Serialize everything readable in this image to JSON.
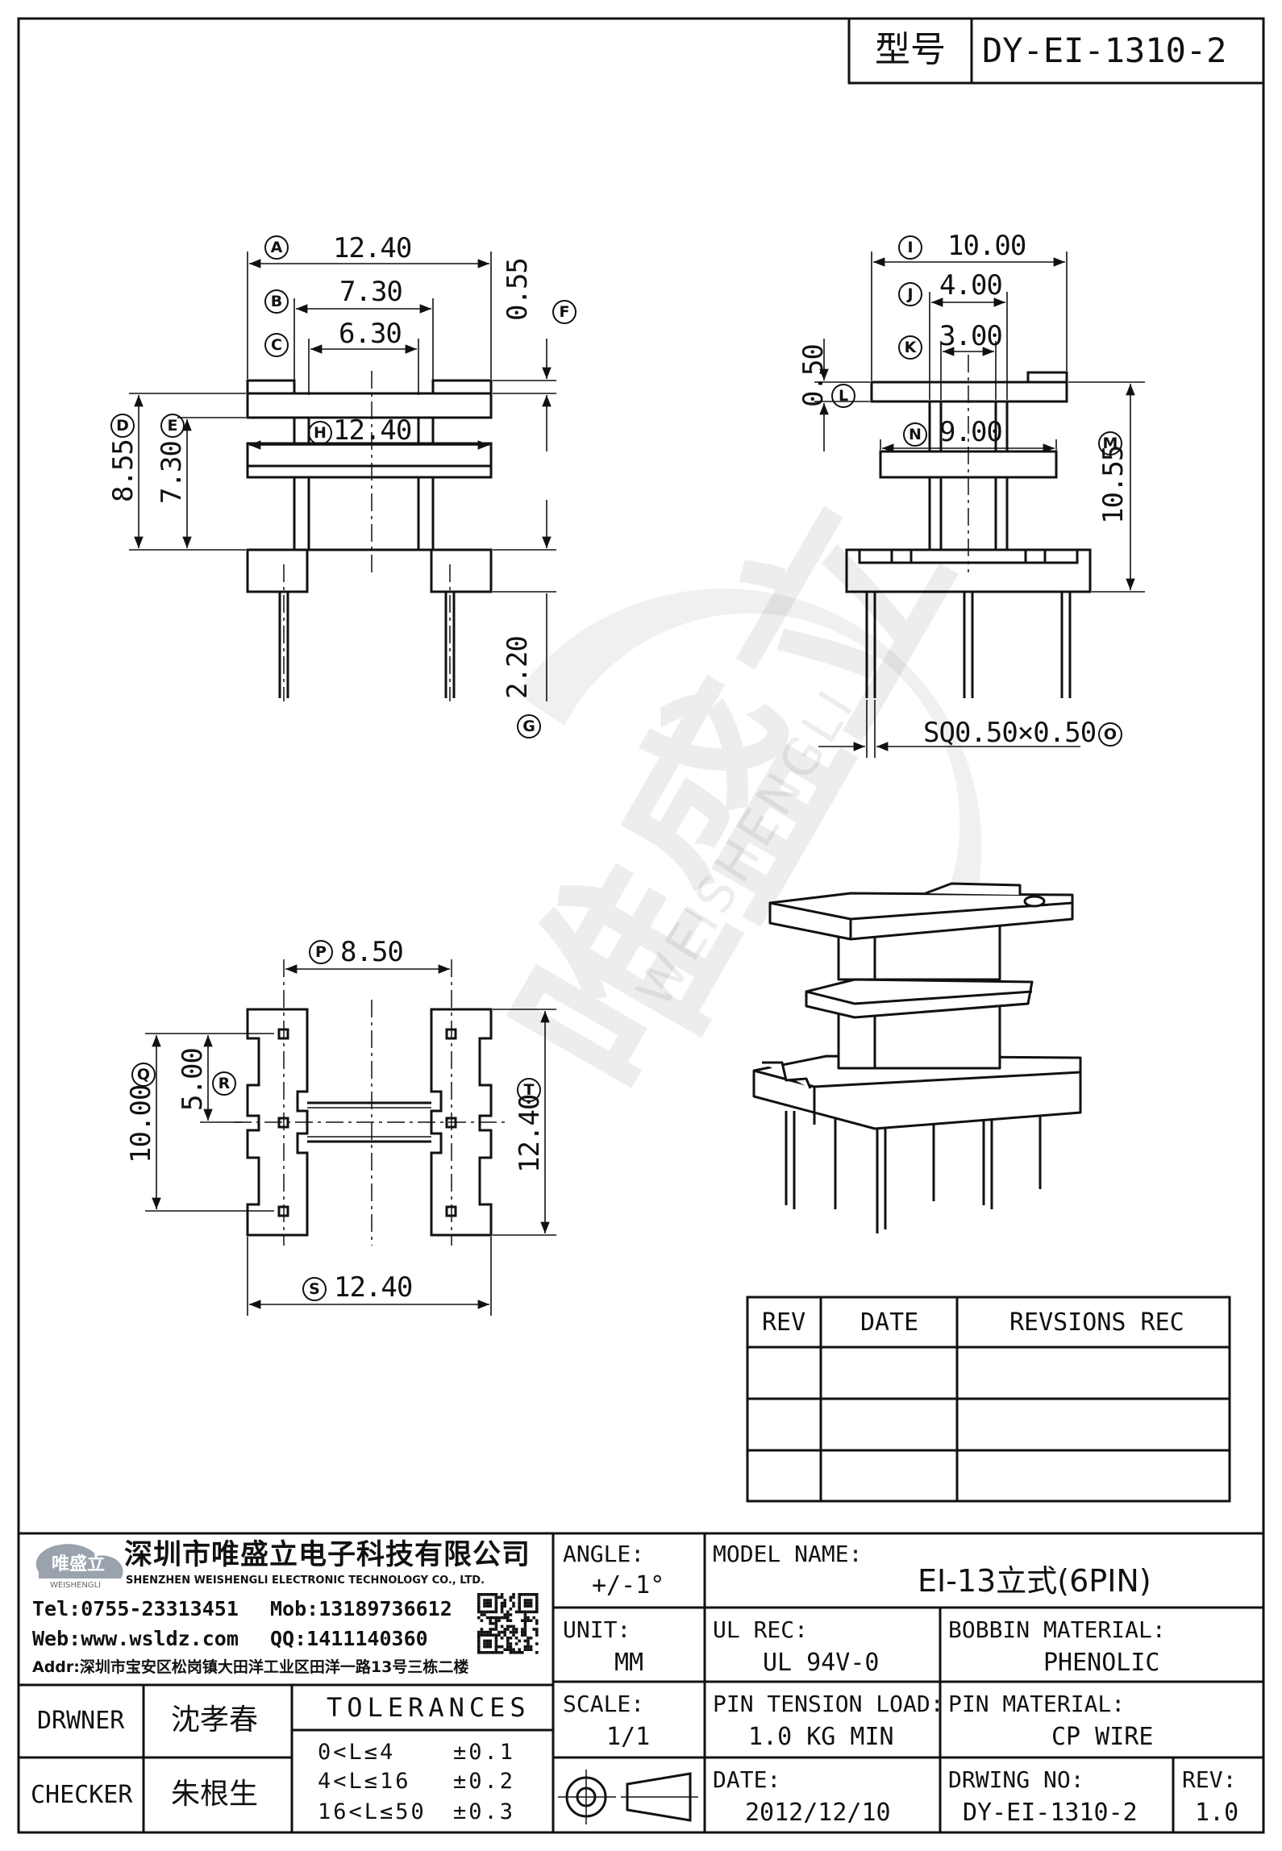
{
  "title_block": {
    "model_label": "型号",
    "model_number": "DY-EI-1310-2"
  },
  "dims": {
    "A": "12.40",
    "B": "7.30",
    "C": "6.30",
    "D": "8.55",
    "E": "7.30",
    "F": "0.55",
    "G": "2.20",
    "H": "12.40",
    "I": "10.00",
    "J": "4.00",
    "K": "3.00",
    "L": "0.50",
    "M": "10.55",
    "N": "9.00",
    "O": "SQ0.50×0.50",
    "P": "8.50",
    "Q": "10.00",
    "R": "5.00",
    "S": "12.40",
    "T": "12.40"
  },
  "markers": [
    "A",
    "B",
    "C",
    "D",
    "E",
    "F",
    "G",
    "H",
    "I",
    "J",
    "K",
    "L",
    "M",
    "N",
    "O",
    "P",
    "Q",
    "R",
    "S",
    "T"
  ],
  "revision_table": {
    "headers": [
      "REV",
      "DATE",
      "REVSIONS REC"
    ],
    "rows": [
      [
        "",
        "",
        ""
      ],
      [
        "",
        "",
        ""
      ],
      [
        "",
        "",
        ""
      ]
    ]
  },
  "company": {
    "logo_text": "唯盛立",
    "logo_sub": "WEISHENGLI",
    "name_cn": "深圳市唯盛立电子科技有限公司",
    "name_en": "SHENZHEN WEISHENGLI ELECTRONIC TECHNOLOGY CO., LTD.",
    "tel": "Tel:0755-23313451",
    "mob": "Mob:13189736612",
    "web": "Web:www.wsldz.com",
    "qq": "QQ:1411140360",
    "addr": "Addr:深圳市宝安区松岗镇大田洋工业区田洋一路13号三栋二楼"
  },
  "fields": {
    "angle_label": "ANGLE:",
    "angle_value": "+/-1°",
    "model_name_label": "MODEL NAME:",
    "model_name_value": "EI-13立式(6PIN)",
    "unit_label": "UNIT:",
    "unit_value": "MM",
    "ul_rec_label": "UL REC:",
    "ul_rec_value": "UL 94V-0",
    "bobbin_material_label": "BOBBIN MATERIAL:",
    "bobbin_material_value": "PHENOLIC",
    "scale_label": "SCALE:",
    "scale_value": "1/1",
    "pin_tension_label": "PIN TENSION LOAD:",
    "pin_tension_value": "1.0 KG MIN",
    "pin_material_label": "PIN MATERIAL:",
    "pin_material_value": "CP WIRE",
    "date_label": "DATE:",
    "date_value": "2012/12/10",
    "drwing_no_label": "DRWING NO:",
    "drwing_no_value": "DY-EI-1310-2",
    "rev_label": "REV:",
    "rev_value": "1.0",
    "drawer_label": "DRWNER",
    "drawer_value": "沈孝春",
    "checker_label": "CHECKER",
    "checker_value": "朱根生",
    "tolerances_label": "TOLERANCES",
    "tolerances": [
      {
        "range": "0<L≤4",
        "value": "±0.1"
      },
      {
        "range": "4<L≤16",
        "value": "±0.2"
      },
      {
        "range": "16<L≤50",
        "value": "±0.3"
      }
    ]
  },
  "watermark": {
    "text_cn": "唯盛立",
    "text_en": "WEISHENGLI"
  }
}
